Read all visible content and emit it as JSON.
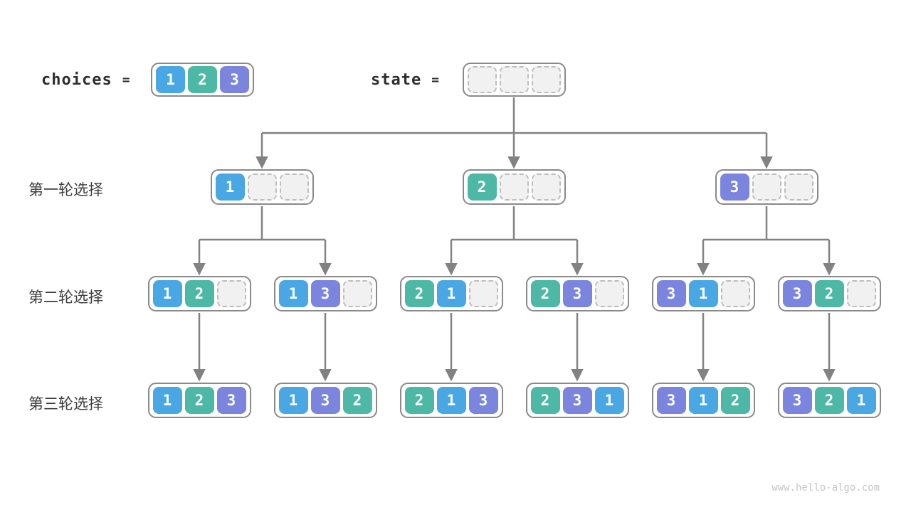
{
  "labels": {
    "choices_name": "choices",
    "state_name": "state",
    "equals": "=",
    "round1": "第一轮选择",
    "round2": "第二轮选择",
    "round3": "第三轮选择",
    "watermark": "www.hello-algo.com"
  },
  "colors": {
    "1": "#49a8e3",
    "2": "#4db8a5",
    "3": "#7b85dd",
    "arrow": "#828282",
    "node_border": "#8a8a8a"
  },
  "choices": [
    "1",
    "2",
    "3"
  ],
  "state": [
    "",
    "",
    ""
  ],
  "tree": {
    "level1": [
      [
        "1",
        "",
        ""
      ],
      [
        "2",
        "",
        ""
      ],
      [
        "3",
        "",
        ""
      ]
    ],
    "level2": [
      [
        "1",
        "2",
        ""
      ],
      [
        "1",
        "3",
        ""
      ],
      [
        "2",
        "1",
        ""
      ],
      [
        "2",
        "3",
        ""
      ],
      [
        "3",
        "1",
        ""
      ],
      [
        "3",
        "2",
        ""
      ]
    ],
    "level3": [
      [
        "1",
        "2",
        "3"
      ],
      [
        "1",
        "3",
        "2"
      ],
      [
        "2",
        "1",
        "3"
      ],
      [
        "2",
        "3",
        "1"
      ],
      [
        "3",
        "1",
        "2"
      ],
      [
        "3",
        "2",
        "1"
      ]
    ]
  }
}
